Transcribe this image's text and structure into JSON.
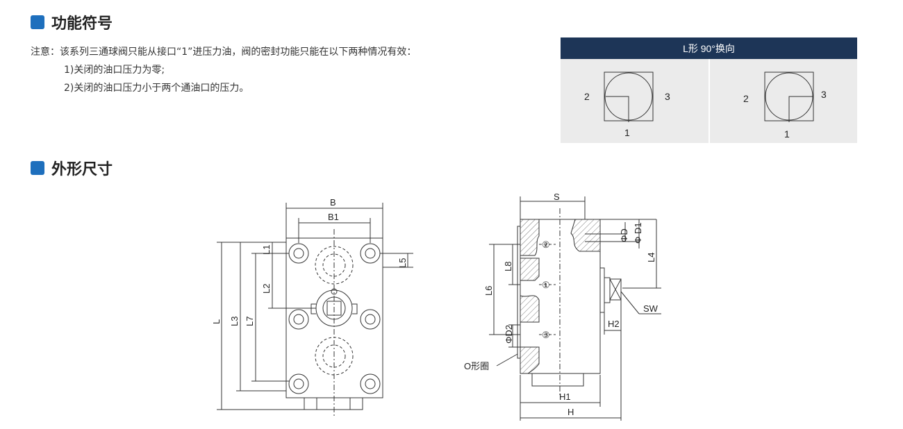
{
  "sections": {
    "symbol_title": "功能符号",
    "dimension_title": "外形尺寸"
  },
  "note": {
    "line1": "注意：该系列三通球阀只能从接口“1”进压力油，阀的密封功能只能在以下两种情况有效：",
    "line2": "1)关闭的油口压力为零;",
    "line3": "2)关闭的油口压力小于两个通油口的压力。"
  },
  "symbol_table": {
    "header": "L形 90°换向",
    "cells": [
      {
        "port_left": "2",
        "port_right": "3",
        "port_bottom": "1"
      },
      {
        "port_left": "2",
        "port_right": "3",
        "port_bottom": "1"
      }
    ]
  },
  "front_view": {
    "labels": {
      "B": "B",
      "B1": "B1",
      "L": "L",
      "L3": "L3",
      "L7": "L7",
      "L1": "L1",
      "L2": "L2",
      "L5": "L5"
    }
  },
  "side_view": {
    "labels": {
      "S": "S",
      "PhiD": "ΦD",
      "PhiD1": "Φ D1",
      "L4": "L4",
      "L6": "L6",
      "L8": "L8",
      "PhiD2": "ΦD2",
      "port2": "②",
      "port1": "①",
      "port3": "③",
      "SW": "SW",
      "H2": "H2",
      "H1": "H1",
      "H": "H",
      "oring": "O形圈"
    }
  }
}
